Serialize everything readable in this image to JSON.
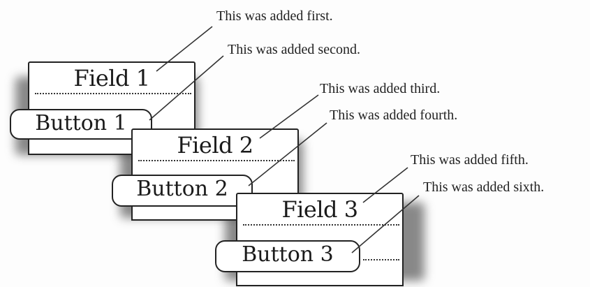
{
  "fields": [
    {
      "label": "Field 1"
    },
    {
      "label": "Field 2"
    },
    {
      "label": "Field 3"
    }
  ],
  "buttons": [
    {
      "label": "Button 1"
    },
    {
      "label": "Button 2"
    },
    {
      "label": "Button 3"
    }
  ],
  "annotations": [
    "This was added first.",
    "This was added second.",
    "This was added third.",
    "This was added fourth.",
    "This was added fifth.",
    "This was added sixth."
  ]
}
